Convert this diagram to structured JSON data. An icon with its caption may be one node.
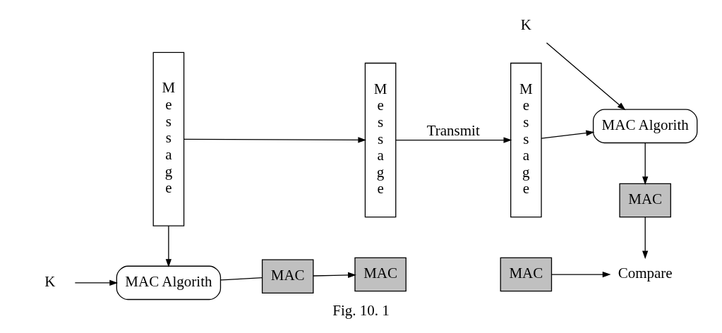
{
  "diagram": {
    "caption": "Fig. 10. 1",
    "nodes": [
      {
        "text": [
          "Message"
        ]
      },
      {
        "text": [
          "MAC Algorith"
        ]
      },
      {
        "text": [
          "MAC"
        ]
      },
      {
        "text": [
          "Message"
        ]
      },
      {
        "text": [
          "MAC"
        ]
      },
      {
        "text": [
          "Message"
        ]
      },
      {
        "text": [
          "MAC"
        ]
      },
      {
        "text": [
          "MAC Algorith"
        ]
      },
      {
        "text": [
          "MAC"
        ]
      },
      {
        "text": [
          "Compare"
        ]
      },
      {
        "text": [
          "K"
        ]
      },
      {
        "text": [
          "K"
        ]
      }
    ],
    "edges": [
      {
        "from": 0,
        "to": 3,
        "arrow": "to"
      },
      {
        "from": 0,
        "to": 1,
        "arrow": "to"
      },
      {
        "from": 10,
        "to": 1,
        "arrow": "to"
      },
      {
        "from": 1,
        "to": 2,
        "arrow": "none"
      },
      {
        "from": 2,
        "to": 4,
        "arrow": "to"
      },
      {
        "from": 3,
        "to": 5,
        "arrow": "to",
        "label": "Transmit"
      },
      {
        "from": 5,
        "to": 7,
        "arrow": "to"
      },
      {
        "from": 11,
        "to": 7,
        "arrow": "to"
      },
      {
        "from": 7,
        "to": 8,
        "arrow": "to"
      },
      {
        "from": 8,
        "to": 9,
        "arrow": "to"
      },
      {
        "from": 6,
        "to": 9,
        "arrow": "to"
      }
    ]
  }
}
